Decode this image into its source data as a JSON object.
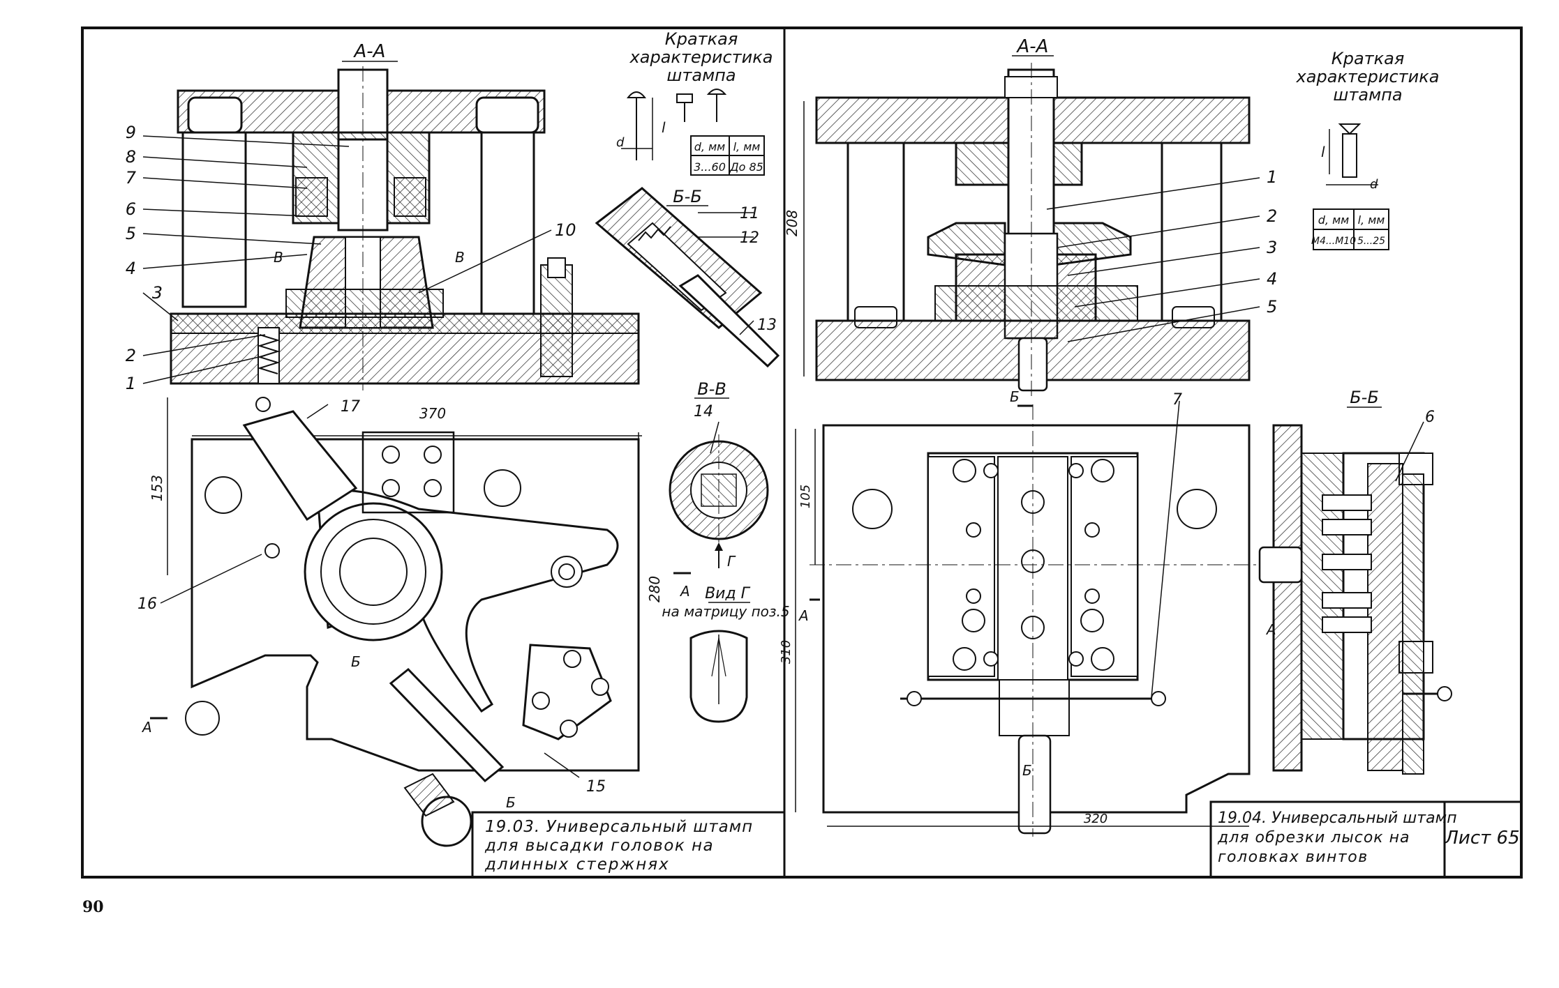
{
  "page_number": "90",
  "left": {
    "section_aa": "А-А",
    "spec_title": [
      "Краткая",
      "характеристика",
      "штампа"
    ],
    "spec_table": {
      "headers": [
        "d, мм",
        "l, мм"
      ],
      "row": [
        "3...60",
        "До 85"
      ]
    },
    "spec_d": "d",
    "spec_l": "l",
    "section_bb": "Б-Б",
    "section_vv": "В-В",
    "view_g": [
      "Вид Г",
      "на матрицу поз.5"
    ],
    "dim_370": "370",
    "dim_280": "280",
    "dim_153": "153",
    "part_numbers": [
      "1",
      "2",
      "3",
      "4",
      "5",
      "6",
      "7",
      "8",
      "9",
      "10",
      "11",
      "12",
      "13",
      "14",
      "15",
      "16",
      "17"
    ],
    "cut_labels": {
      "v": "В",
      "a": "А",
      "b": "Б",
      "g": "Г"
    },
    "title_block": [
      "19.03. Универсальный штамп",
      "для высадки головок на",
      "длинных стержнях"
    ]
  },
  "right": {
    "section_aa": "А-А",
    "spec_title": [
      "Краткая",
      "характеристика",
      "штампа"
    ],
    "spec_table": {
      "headers": [
        "d, мм",
        "l, мм"
      ],
      "row": [
        "M4...M10",
        "5...25"
      ]
    },
    "spec_d": "d",
    "spec_l": "l",
    "section_bb": "Б-Б",
    "dim_208": "208",
    "dim_105": "105",
    "dim_310": "310",
    "dim_320": "320",
    "part_numbers": [
      "1",
      "2",
      "3",
      "4",
      "5",
      "6",
      "7"
    ],
    "cut_labels": {
      "a": "А",
      "b": "Б"
    },
    "title_block": [
      "19.04. Универсальный штамп",
      "для обрезки лысок на",
      "головках винтов"
    ],
    "sheet": "Лист 65"
  }
}
